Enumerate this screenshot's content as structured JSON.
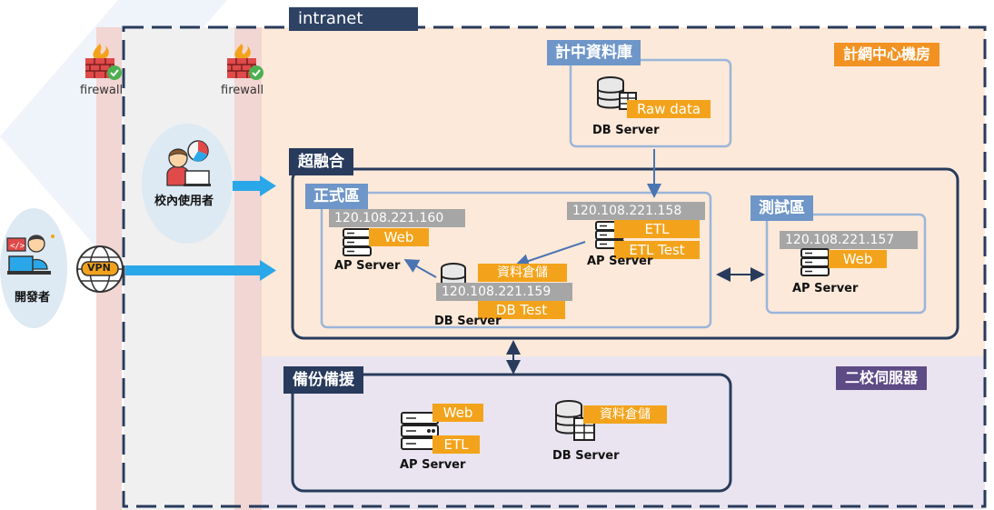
{
  "intranet": {
    "label": "intranet"
  },
  "firewalls": [
    "firewall",
    "firewall"
  ],
  "users": {
    "campus": "校內使用者",
    "developer": "開發者",
    "vpn": "VPN"
  },
  "zones": {
    "machine_room": "計網中心機房",
    "second_campus": "二校伺服器"
  },
  "central_db": {
    "title": "計中資料庫",
    "tag": "Raw data",
    "caption": "DB Server"
  },
  "hci": {
    "title": "超融合"
  },
  "production": {
    "title": "正式區",
    "ap_web": {
      "ip": "120.108.221.160",
      "tag": "Web",
      "caption": "AP Server"
    },
    "ap_etl": {
      "ip": "120.108.221.158",
      "tags": [
        "ETL",
        "ETL Test"
      ],
      "caption": "AP Server"
    },
    "db": {
      "ip": "120.108.221.159",
      "tags": [
        "資料倉儲",
        "DB Test"
      ],
      "caption": "DB Server"
    }
  },
  "test": {
    "title": "測試區",
    "ap": {
      "ip": "120.108.221.157",
      "tag": "Web",
      "caption": "AP Server"
    }
  },
  "backup": {
    "title": "備份備援",
    "ap": {
      "tags": [
        "Web",
        "ETL"
      ],
      "caption": "AP Server"
    },
    "db": {
      "tag": "資料倉儲",
      "caption": "DB Server"
    }
  },
  "colors": {
    "navy": "#283b5c",
    "light_blue": "#6f96c8",
    "orange": "#f3a31b",
    "gray_ip": "#a6a6a6",
    "peach_zone": "#fde9d9",
    "lavender_zone": "#e9e4ef",
    "firewall_strip": "#f2d6d3",
    "arrow_cyan": "#2aa7e8"
  },
  "icons": [
    "firewall-icon",
    "campus-user-icon",
    "developer-icon",
    "vpn-globe-icon",
    "server-rack-icon",
    "database-icon"
  ]
}
